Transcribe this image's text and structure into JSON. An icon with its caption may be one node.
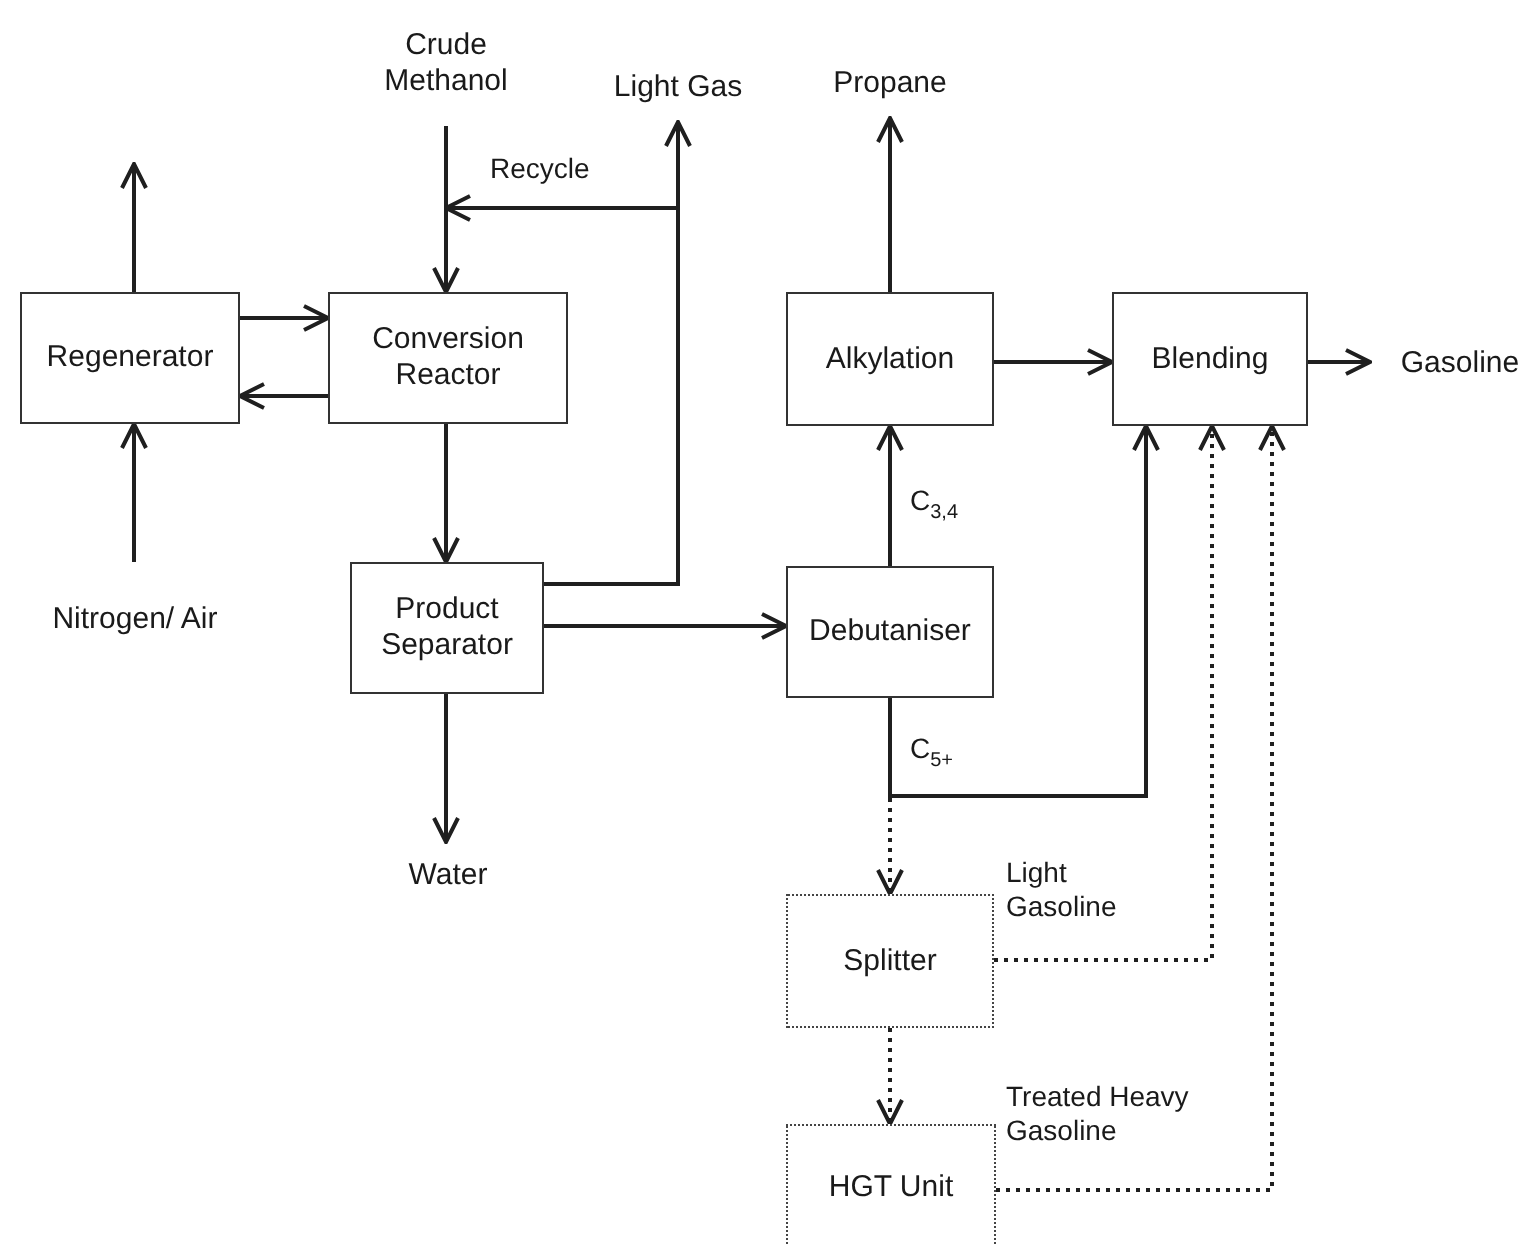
{
  "diagram": {
    "nodes": [
      {
        "text": [
          "Crude Methanol"
        ]
      },
      {
        "text": [
          "Light Gas"
        ]
      },
      {
        "text": [
          "Propane"
        ]
      },
      {
        "text": [
          "Regenerator"
        ]
      },
      {
        "text": [
          "Conversion Reactor"
        ]
      },
      {
        "text": [
          "Alkylation"
        ]
      },
      {
        "text": [
          "Blending"
        ]
      },
      {
        "text": [
          "Gasoline"
        ]
      },
      {
        "text": [
          "Nitrogen/ Air"
        ]
      },
      {
        "text": [
          "Product Separator"
        ]
      },
      {
        "text": [
          "Debutaniser"
        ]
      },
      {
        "text": [
          "Water"
        ]
      },
      {
        "text": [
          "Splitter"
        ]
      },
      {
        "text": [
          "HGT Unit"
        ]
      }
    ],
    "edges": [
      {
        "from": 3,
        "to": null,
        "arrow": "to"
      },
      {
        "from": 8,
        "to": 3,
        "arrow": "to"
      },
      {
        "from": 3,
        "to": 4,
        "arrow": "to"
      },
      {
        "from": 4,
        "to": 3,
        "arrow": "to"
      },
      {
        "from": 0,
        "to": 4,
        "arrow": "to"
      },
      {
        "from": 9,
        "to": 4,
        "arrow": "to",
        "label": "Recycle"
      },
      {
        "from": 9,
        "to": 1,
        "arrow": "to"
      },
      {
        "from": 4,
        "to": 9,
        "arrow": "to"
      },
      {
        "from": 9,
        "to": 10,
        "arrow": "to"
      },
      {
        "from": 9,
        "to": 11,
        "arrow": "to"
      },
      {
        "from": 5,
        "to": 2,
        "arrow": "to"
      },
      {
        "from": 10,
        "to": 5,
        "arrow": "to",
        "label": "C$_{3,4}$"
      },
      {
        "from": 5,
        "to": 6,
        "arrow": "to"
      },
      {
        "from": 6,
        "to": 7,
        "arrow": "to"
      },
      {
        "from": 10,
        "to": 6,
        "arrow": "to",
        "label": "C$_{5+}$"
      },
      {
        "from": 10,
        "to": 12,
        "arrow": "to",
        "style": "dashed"
      },
      {
        "from": 12,
        "to": 13,
        "arrow": "to",
        "style": "dashed"
      },
      {
        "from": 12,
        "to": 6,
        "arrow": "to",
        "style": "dashed",
        "label": "Light Gasoline"
      },
      {
        "from": 13,
        "to": 6,
        "arrow": "to",
        "style": "dashed",
        "label": "Treated Heavy Gasoline"
      }
    ]
  }
}
